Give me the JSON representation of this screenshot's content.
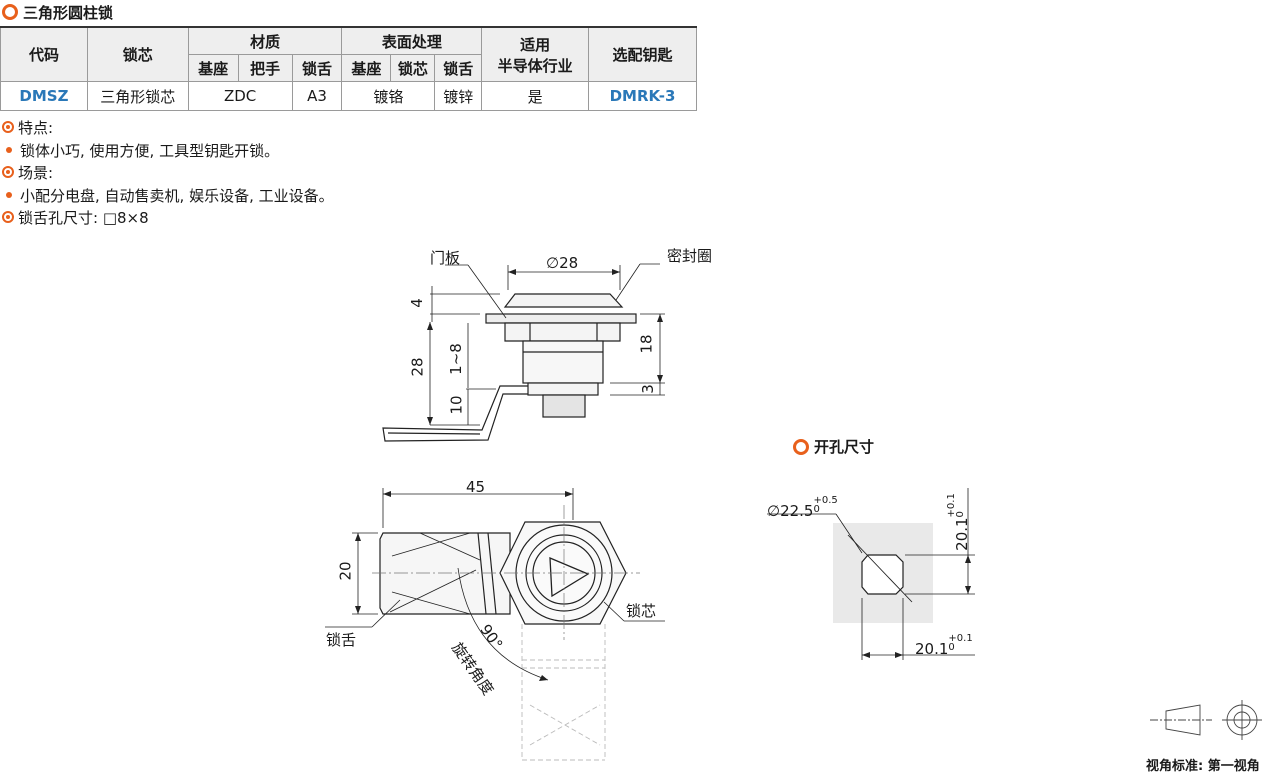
{
  "title": "三角形圆柱锁",
  "table": {
    "h_code": "代码",
    "h_core": "锁芯",
    "h_material": "材质",
    "h_surface": "表面处理",
    "h_semi": "适用\n半导体行业",
    "h_semi_1": "适用",
    "h_semi_2": "半导体行业",
    "h_key": "选配钥匙",
    "sub": [
      "基座",
      "把手",
      "锁舌",
      "基座",
      "锁芯",
      "锁舌"
    ],
    "row": {
      "code": "DMSZ",
      "core": "三角形锁芯",
      "mat_base_handle": "ZDC",
      "mat_tongue": "A3",
      "surf_base_core": "镀铬",
      "surf_tongue": "镀锌",
      "semi": "是",
      "key": "DMRK-3"
    }
  },
  "features_label": "特点:",
  "features_text": "锁体小巧, 使用方便, 工具型钥匙开锁。",
  "scene_label": "场景:",
  "scene_text": "小配分电盘, 自动售卖机, 娱乐设备, 工业设备。",
  "hole_label": "锁舌孔尺寸: □8×8",
  "drawing": {
    "door_panel": "门板",
    "seal": "密封圈",
    "dia28": "∅28",
    "d4": "4",
    "d28": "28",
    "d1_8": "1~8",
    "d10": "10",
    "d18": "18",
    "d3": "3",
    "d45": "45",
    "d20": "20",
    "tongue": "锁舌",
    "core": "锁芯",
    "angle": "90°",
    "rotation": "旋转角度"
  },
  "cutout": {
    "title": "开孔尺寸",
    "dia": "∅22.5",
    "dia_tol_up": "+0.5",
    "dia_tol_dn": "0",
    "v": "20.1",
    "v_tol_up": "+0.1",
    "v_tol_dn": "0",
    "h": "20.1",
    "h_tol_up": "+0.1",
    "h_tol_dn": "0"
  },
  "view_standard": "视角标准: 第一视角",
  "colors": {
    "accent": "#e8601c",
    "code_blue": "#2a78b8"
  }
}
